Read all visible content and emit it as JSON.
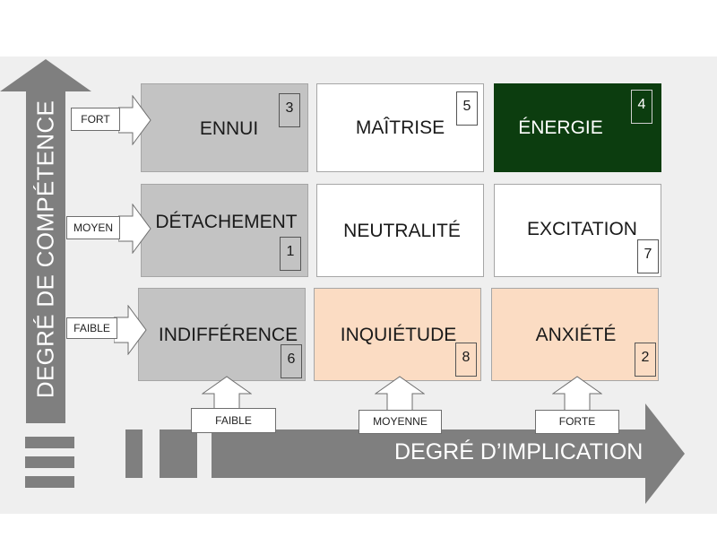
{
  "axes": {
    "vertical_label": "DEGRÉ DE COMPÉTENCE",
    "horizontal_label": "DEGRÉ D’IMPLICATION"
  },
  "competence_levels": [
    {
      "label": "FORT"
    },
    {
      "label": "MOYEN"
    },
    {
      "label": "FAIBLE"
    }
  ],
  "implication_levels": [
    {
      "label": "FAIBLE"
    },
    {
      "label": "MOYENNE"
    },
    {
      "label": "FORTE"
    }
  ],
  "cells": [
    {
      "title": "ENNUI",
      "number": "3",
      "color": "#c3c3c3"
    },
    {
      "title": "MAÎTRISE",
      "number": "5",
      "color": "#ffffff"
    },
    {
      "title": "ÉNERGIE",
      "number": "4",
      "color": "#0c3d0f"
    },
    {
      "title": "DÉTACHEMENT",
      "number": "1",
      "color": "#c3c3c3"
    },
    {
      "title": "NEUTRALITÉ",
      "number": "",
      "color": "#ffffff"
    },
    {
      "title": "EXCITATION",
      "number": "7",
      "color": "#ffffff"
    },
    {
      "title": "INDIFFÉRENCE",
      "number": "6",
      "color": "#c3c3c3"
    },
    {
      "title": "INQUIÉTUDE",
      "number": "8",
      "color": "#fbdcc3"
    },
    {
      "title": "ANXIÉTÉ",
      "number": "2",
      "color": "#fbdcc3"
    }
  ]
}
